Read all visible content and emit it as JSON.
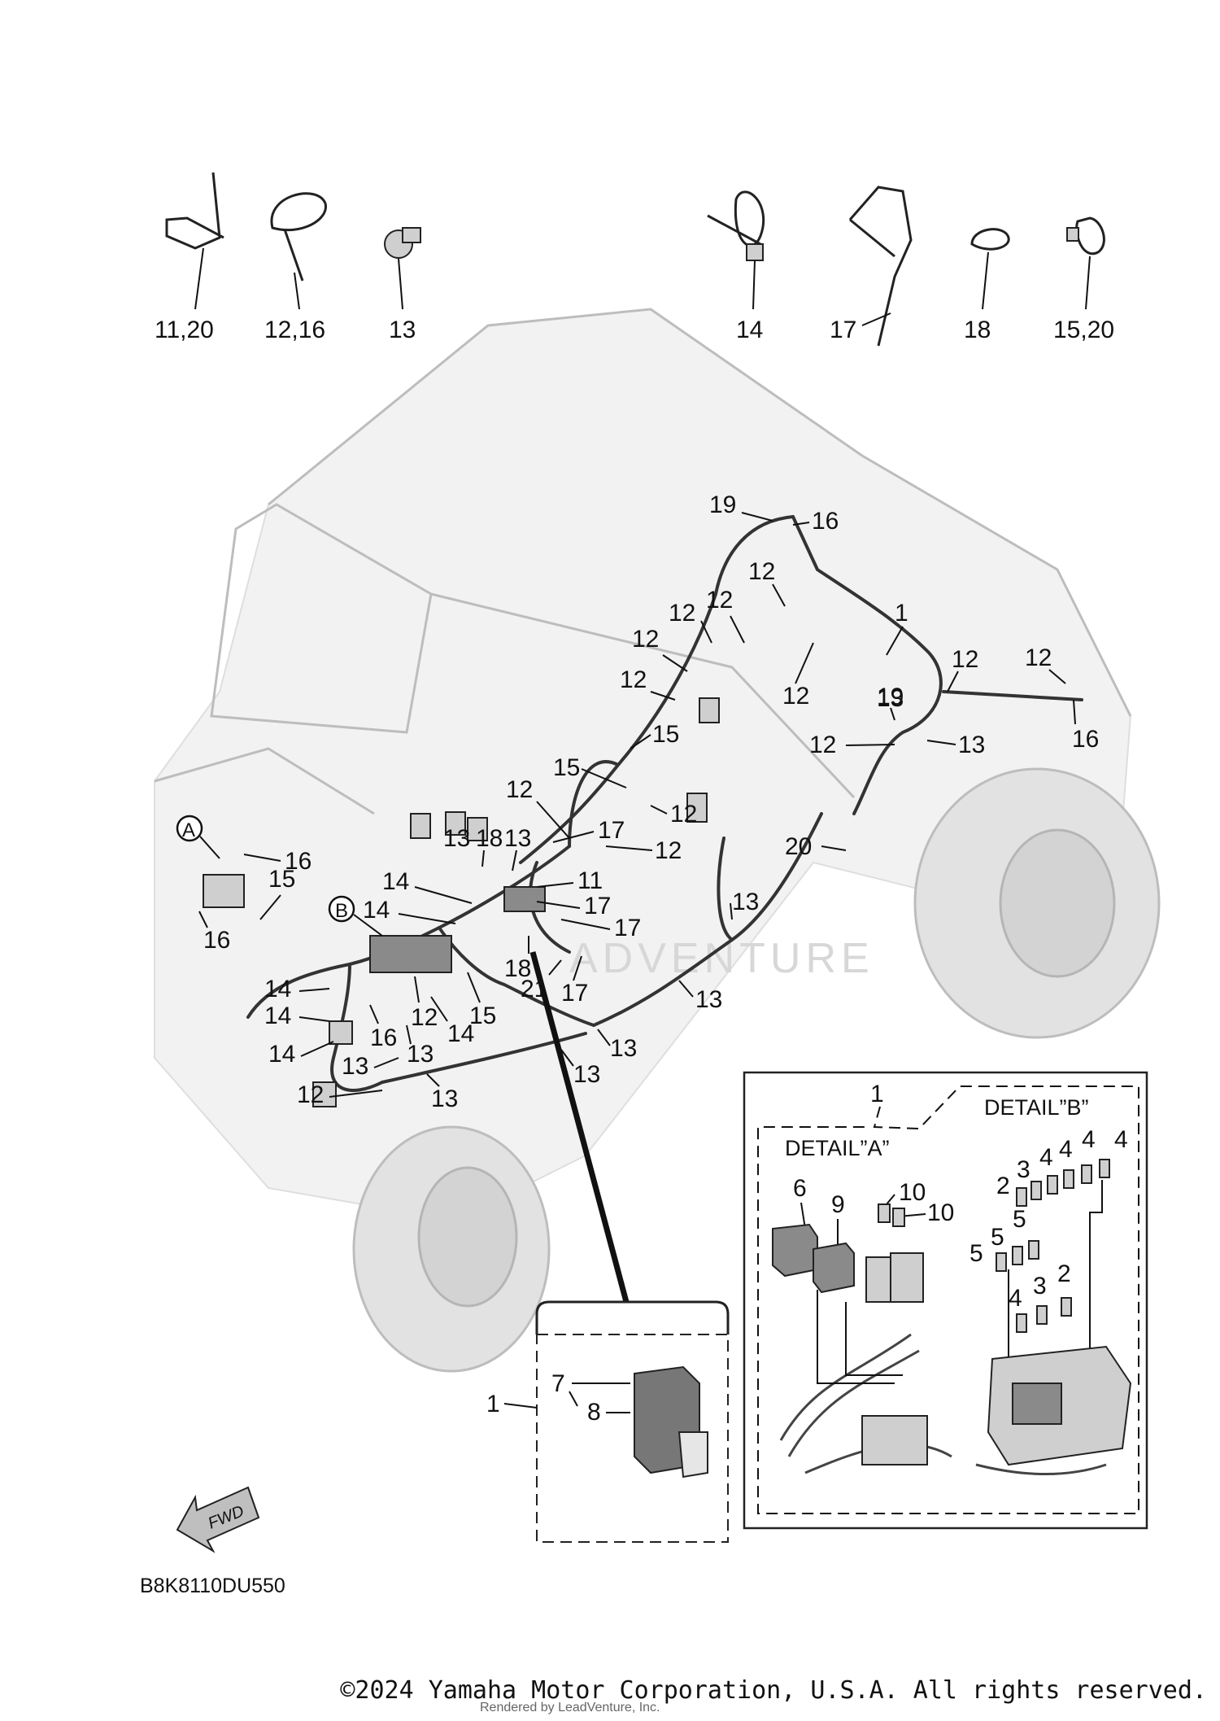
{
  "diagram_code": "B8K8110DU550",
  "fwd_label": "FWD",
  "watermark": "ADVENTURE",
  "copyright": "©2024 Yamaha Motor Corporation, U.S.A. All rights reserved.",
  "rendered_by": "Rendered by LeadVenture, Inc.",
  "detail_a_title": "DETAIL”A”",
  "detail_b_title": "DETAIL”B”",
  "circle_a": "A",
  "circle_b": "B",
  "top_parts": [
    {
      "label": "11,20"
    },
    {
      "label": "12,16"
    },
    {
      "label": "13"
    },
    {
      "label": "14"
    },
    {
      "label": "17"
    },
    {
      "label": "18"
    },
    {
      "label": "15,20"
    }
  ],
  "callouts": [
    "19",
    "16",
    "12",
    "12",
    "12",
    "12",
    "12",
    "12",
    "1",
    "12",
    "12",
    "16",
    "19",
    "15",
    "15",
    "13",
    "12",
    "13",
    "12",
    "12",
    "12",
    "20",
    "16",
    "15",
    "16",
    "13",
    "18",
    "13",
    "17",
    "14",
    "11",
    "14",
    "17",
    "17",
    "13",
    "18",
    "21",
    "17",
    "13",
    "14",
    "14",
    "12",
    "14",
    "15",
    "16",
    "14",
    "13",
    "13",
    "13",
    "13",
    "12",
    "13"
  ],
  "inset_callouts": [
    "1",
    "7",
    "8"
  ],
  "detail_callouts": [
    "1",
    "6",
    "9",
    "10",
    "10",
    "4",
    "4",
    "4",
    "4",
    "3",
    "2",
    "5",
    "5",
    "5",
    "4",
    "3",
    "2"
  ]
}
